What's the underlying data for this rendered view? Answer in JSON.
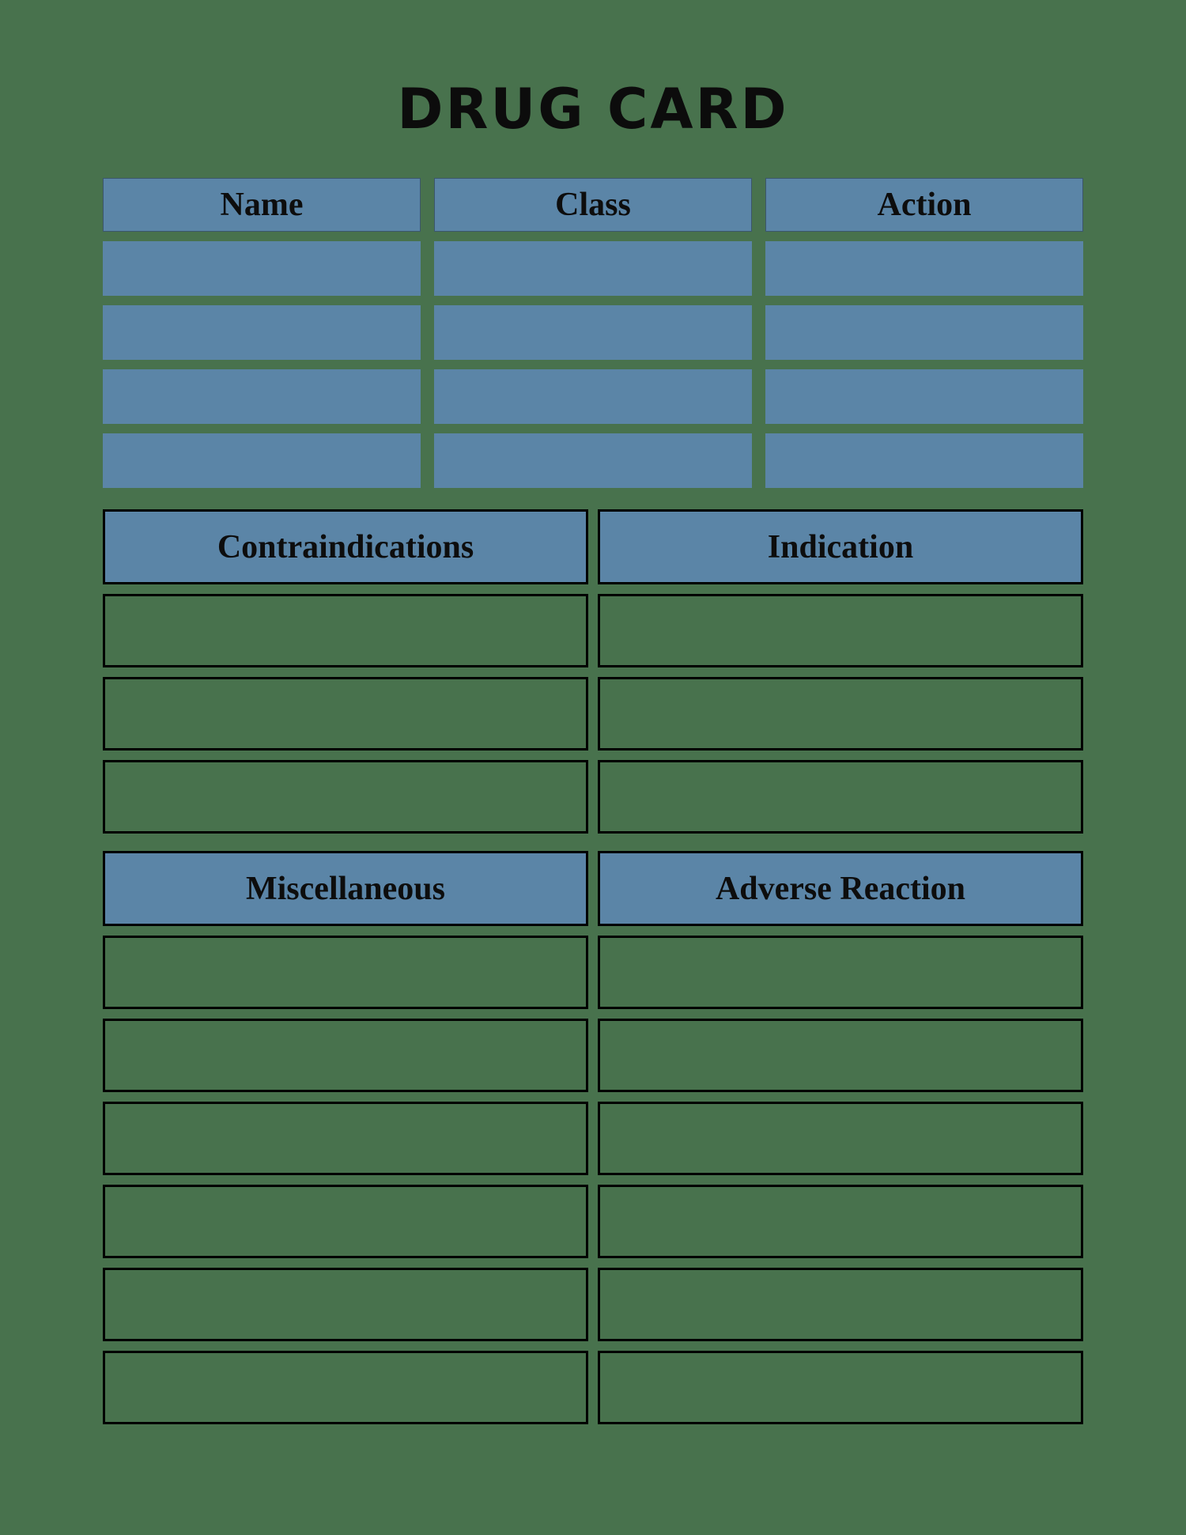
{
  "title": "DRUG CARD",
  "colors": {
    "background_green": "#48724d",
    "cell_blue": "#5b85a7",
    "border_black": "#000000",
    "text_black": "#0d0d0d"
  },
  "top_table": {
    "headers": [
      "Name",
      "Class",
      "Action"
    ],
    "empty_rows_per_column": 4
  },
  "middle_table": {
    "headers": [
      "Contraindications",
      "Indication"
    ],
    "empty_rows_per_column": 3
  },
  "bottom_table": {
    "headers": [
      "Miscellaneous",
      "Adverse Reaction"
    ],
    "empty_rows_per_column": 6
  }
}
